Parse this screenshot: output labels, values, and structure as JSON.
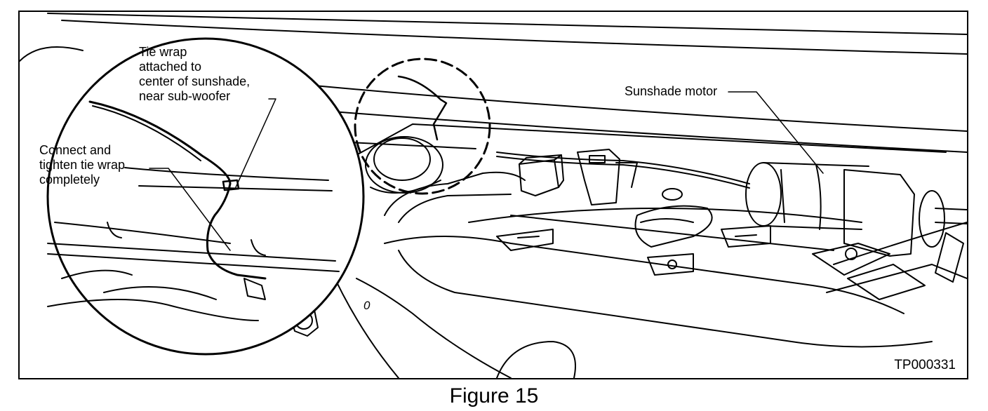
{
  "figure": {
    "caption": "Figure 15",
    "image_id": "TP000331",
    "callouts": {
      "tie_wrap_lines": [
        "Tie wrap",
        "attached to",
        "center of sunshade,",
        "near sub-woofer"
      ],
      "connect_lines": [
        "Connect and",
        "tighten tie wrap",
        "completely"
      ],
      "sunshade_motor": "Sunshade motor"
    },
    "part_mark": "0"
  },
  "style": {
    "ink": "#000000",
    "paper": "#ffffff"
  }
}
